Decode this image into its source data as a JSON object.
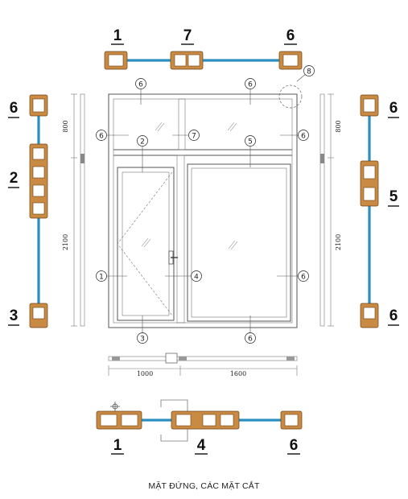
{
  "caption": "MẶT ĐỨNG, CÁC MẶT CẮT",
  "section_labels": {
    "top_left": "1",
    "top_mid": "7",
    "top_right": "6",
    "left_top": "6",
    "left_mid": "2",
    "left_bottom": "3",
    "right_top": "6",
    "right_mid": "5",
    "right_bottom": "6",
    "bottom_left": "1",
    "bottom_mid": "4",
    "bottom_right": "6"
  },
  "elevation_callouts": {
    "top_left": "6",
    "top_right": "6",
    "corner": "8",
    "transom_left": "6",
    "transom_mullion": "7",
    "transom_right": "6",
    "door_head": "2",
    "fixed_head": "5",
    "door_left": "1",
    "door_lock": "4",
    "fixed_right": "6",
    "door_bottom": "3",
    "fixed_bottom": "6"
  },
  "dimensions": {
    "left_transom": "800",
    "left_door": "2100",
    "right_transom": "800",
    "right_fixed": "2100",
    "bottom_door": "1000",
    "bottom_fixed": "1600"
  },
  "colors": {
    "profile": "#c98a44",
    "glass": "#2a8fc0"
  }
}
